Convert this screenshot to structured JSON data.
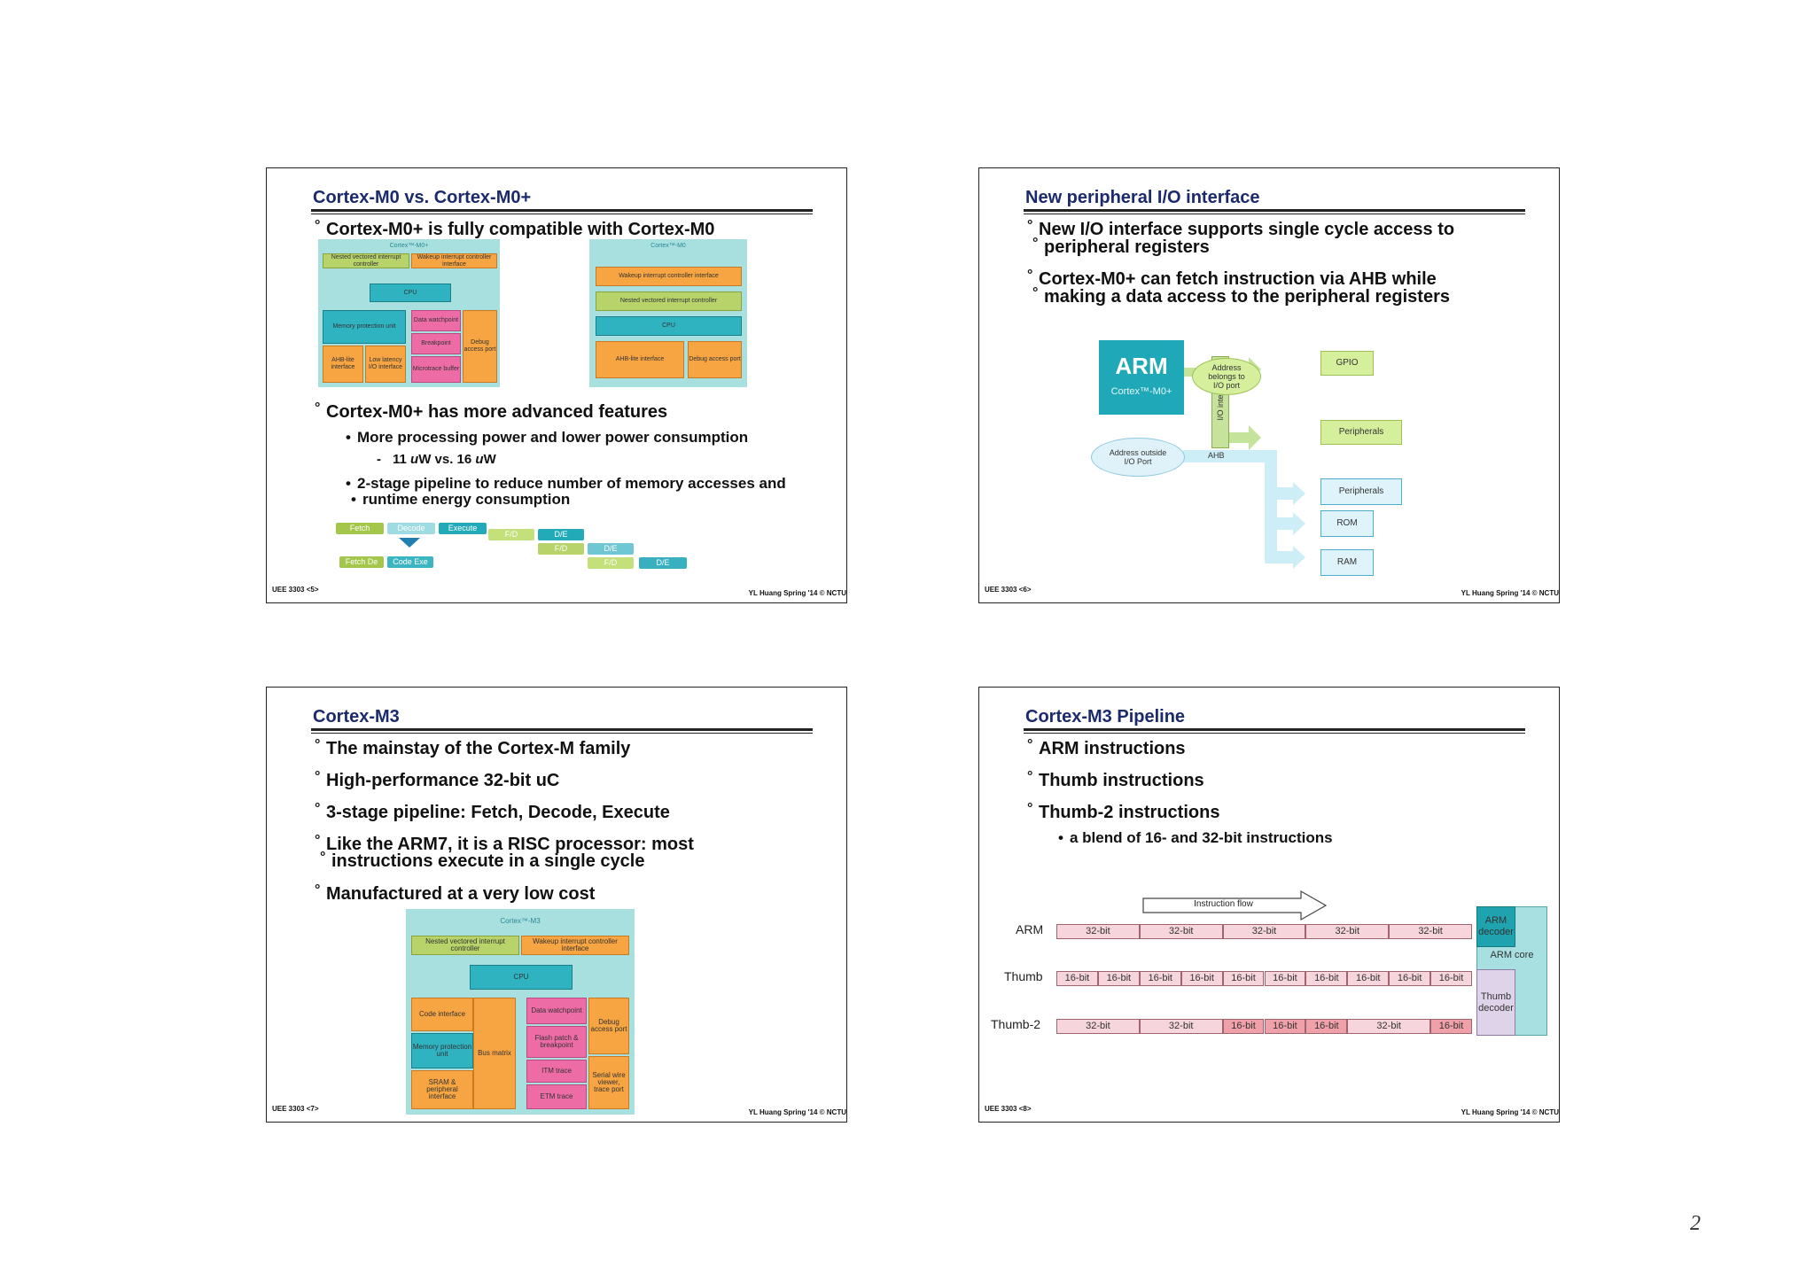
{
  "page_number": "2",
  "slide1": {
    "title": "Cortex-M0 vs. Cortex-M0+",
    "bullet1": "Cortex-M0+ is fully compatible with Cortex-M0",
    "bullet2": "Cortex-M0+ has more advanced features",
    "sub1": "More processing power and lower power consumption",
    "subsub1": "11 uW vs. 16 uW",
    "sub2a": "2-stage pipeline to reduce number of memory accesses and",
    "sub2b": "runtime energy consumption",
    "diagA": {
      "title": "Cortex™-M0+",
      "nvic": "Nested vectored interrupt controller",
      "wic": "Wakeup interrupt controller interface",
      "cpu": "CPU",
      "mpu": "Memory protection unit",
      "dw": "Data watchpoint",
      "bp": "Breakpoint",
      "dap": "Debug access port",
      "ahb": "AHB-lite interface",
      "lowlat": "Low latency I/O interface",
      "mtb": "Microtrace buffer"
    },
    "diagB": {
      "title": "Cortex™-M0",
      "wic": "Wakeup interrupt controller interface",
      "nvic": "Nested vectored interrupt controller",
      "cpu": "CPU",
      "ahb": "AHB-lite interface",
      "dap": "Debug access port"
    },
    "pipeline": {
      "fetch": "Fetch",
      "decode": "Decode",
      "execute": "Execute",
      "fd": "F/D",
      "de": "D/E",
      "fetchde": "Fetch De",
      "codeexe": "Code Exe"
    },
    "footer_left": "UEE 3303 <5>",
    "footer_right": "YL Huang Spring '14 © NCTU"
  },
  "slide2": {
    "title": "New peripheral I/O interface",
    "bullet1a": "New I/O interface supports single cycle access to",
    "bullet1b": "peripheral registers",
    "bullet2a": "Cortex-M0+ can fetch instruction via AHB while",
    "bullet2b": "making a data access to the peripheral registers",
    "arm": "ARM",
    "arm_sub": "Cortex™-M0+",
    "addr_io": "Address belongs to I/O port",
    "addr_out": "Address outside I/O Port",
    "io_interface": "I/O interface",
    "ahb": "AHB",
    "gpio": "GPIO",
    "periph1": "Peripherals",
    "periph2": "Peripherals",
    "rom": "ROM",
    "ram": "RAM",
    "footer_left": "UEE 3303 <6>",
    "footer_right": "YL Huang Spring '14 © NCTU"
  },
  "slide3": {
    "title": "Cortex-M3",
    "bullets": [
      "The mainstay of the Cortex-M family",
      "High-performance 32-bit uC",
      "3-stage pipeline: Fetch, Decode, Execute",
      "Like the ARM7, it is a RISC processor: most",
      "Manufactured at a very low cost"
    ],
    "bullet4b": "instructions execute in a single cycle",
    "diag": {
      "title": "Cortex™-M3",
      "nvic": "Nested vectored interrupt controller",
      "wic": "Wakeup interrupt controller interface",
      "cpu": "CPU",
      "code": "Code interface",
      "mpu": "Memory protection unit",
      "sram": "SRAM & peripheral interface",
      "bus": "Bus matrix",
      "dw": "Data watchpoint",
      "fpb": "Flash patch & breakpoint",
      "itm": "ITM trace",
      "etm": "ETM trace",
      "dap": "Debug access port",
      "swv": "Serial wire viewer, trace port"
    },
    "footer_left": "UEE 3303 <7>",
    "footer_right": "YL Huang Spring '14 © NCTU"
  },
  "slide4": {
    "title": "Cortex-M3 Pipeline",
    "bullets": [
      "ARM instructions",
      "Thumb instructions",
      "Thumb-2 instructions"
    ],
    "sub": "a blend of 16- and 32-bit instructions",
    "flow": "Instruction flow",
    "rows": {
      "arm": "ARM",
      "thumb": "Thumb",
      "thumb2": "Thumb-2",
      "bit32": "32-bit",
      "bit16": "16-bit"
    },
    "arm_decoder": "ARM decoder",
    "arm_core": "ARM core",
    "thumb_decoder": "Thumb decoder",
    "footer_left": "UEE 3303 <8>",
    "footer_right": "YL Huang Spring '14 © NCTU"
  }
}
